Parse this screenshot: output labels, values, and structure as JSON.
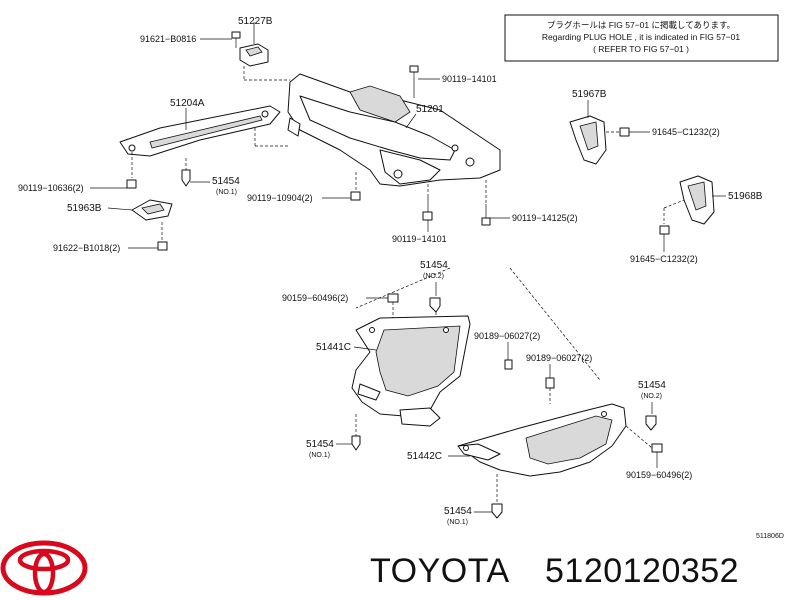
{
  "note": {
    "line1": "プラグホールは FIG 57−01 に掲載してあります。",
    "line2": "Regarding  PLUG HOLE  , it is indicated in FIG 57−01",
    "line3": "( REFER TO FIG 57−01 )"
  },
  "parts": {
    "p51227B": "51227B",
    "p91621": "91621−B0816",
    "p90119_14101_top": "90119−14101",
    "p51204A": "51204A",
    "p51201": "51201",
    "p51967B": "51967B",
    "p91645_a": "91645−C1232(2)",
    "p90119_10636": "90119−10636(2)",
    "p51454_no1_a": "51454",
    "no1_a": "(NO.1)",
    "p51963B": "51963B",
    "p90119_10904": "90119−10904(2)",
    "p90119_14125": "90119−14125(2)",
    "p51968B": "51968B",
    "p91622": "91622−B1018(2)",
    "p90119_14101_bot": "90119−14101",
    "p91645_b": "91645−C1232(2)",
    "p51454_no2_a": "51454",
    "no2_a": "(NO.2)",
    "p90159_a": "90159−60496(2)",
    "p90189_a": "90189−06027(2)",
    "p51441C": "51441C",
    "p90189_b": "90189−06027(2)",
    "p51454_no2_b": "51454",
    "no2_b": "(NO.2)",
    "p51454_no1_b": "51454",
    "no1_b": "(NO.1)",
    "p51442C": "51442C",
    "p90159_b": "90159−60496(2)",
    "p51454_no1_c": "51454",
    "no1_c": "(NO.1)"
  },
  "fig_code": "511806D",
  "brand": {
    "name": "TOYOTA",
    "part_number": "5120120352",
    "logo_color": "#d8081d"
  }
}
